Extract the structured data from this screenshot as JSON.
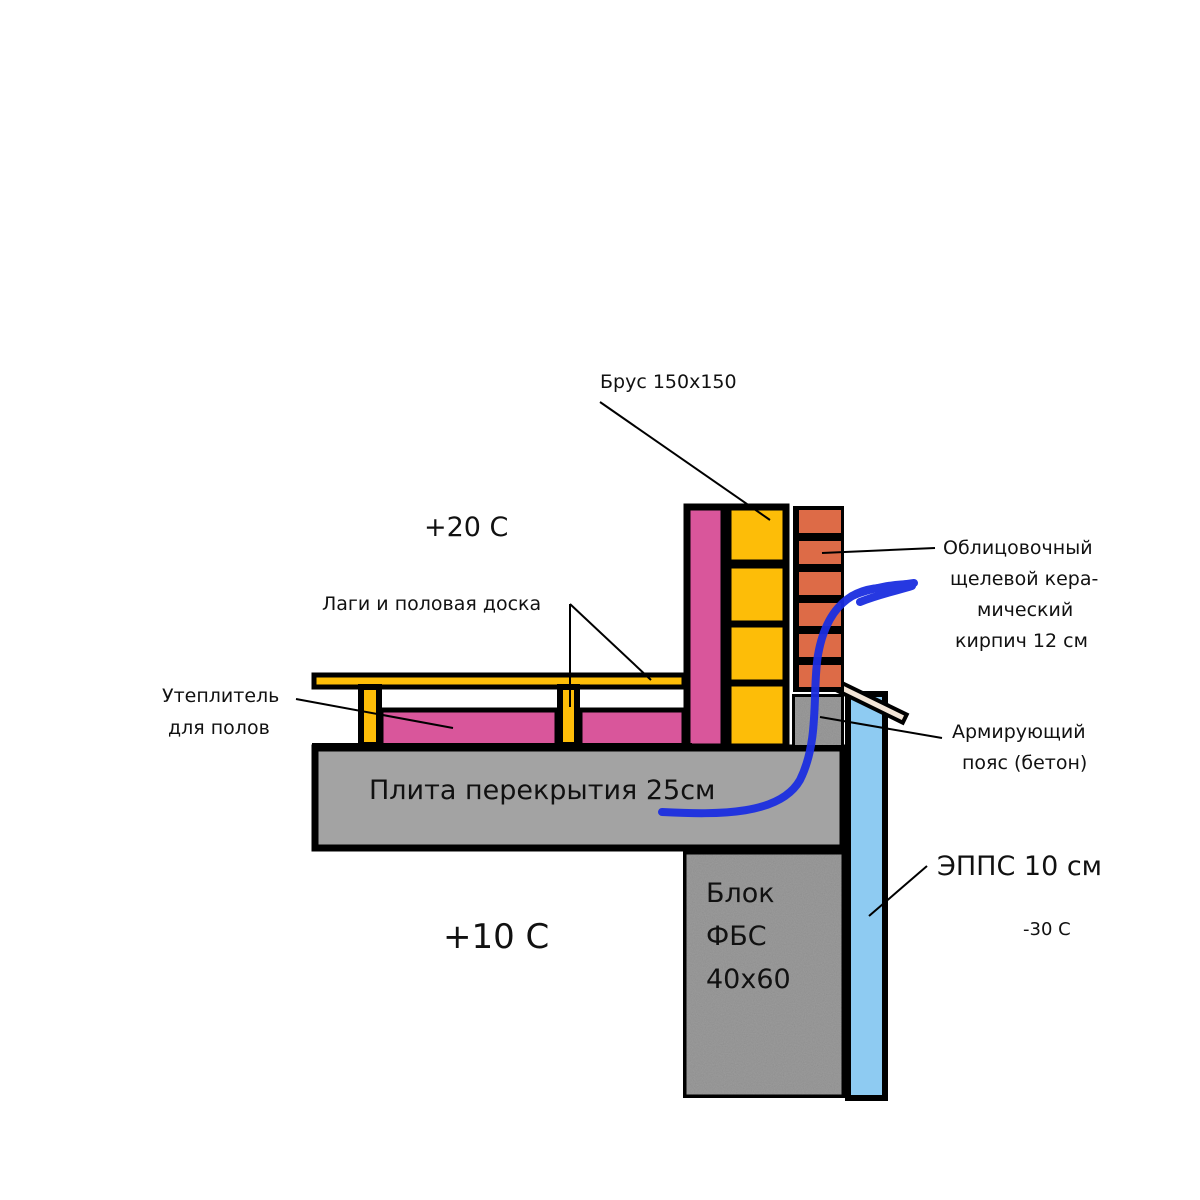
{
  "colors": {
    "timber": "#fdbd08",
    "insulation_pink": "#d9569b",
    "brick": "#dd6b47",
    "concrete": "#a3a3a3",
    "concrete_textured": "#9c9c9c",
    "epps": "#8ecbf2",
    "outline": "#000000",
    "heat_flow": "#1b2ee0"
  },
  "labels": {
    "beam": "Брус 150x150",
    "brick_line1": "Облицовочный",
    "brick_line2": "щелевой кера-",
    "brick_line3": "мический",
    "brick_line4": "кирпич 12 см",
    "joists": "Лаги и половая доска",
    "floor_insulation_line1": "Утеплитель",
    "floor_insulation_line2": "для полов",
    "belt_line1": "Армирующий",
    "belt_line2": "пояс (бетон)",
    "slab": "Плита перекрытия 25см",
    "block_line1": "Блок",
    "block_line2": "ФБС",
    "block_line3": "40x60",
    "epps": "ЭППС 10 см"
  },
  "temperatures": {
    "interior": "+20 С",
    "basement": "+10 С",
    "exterior": "-30 С"
  }
}
